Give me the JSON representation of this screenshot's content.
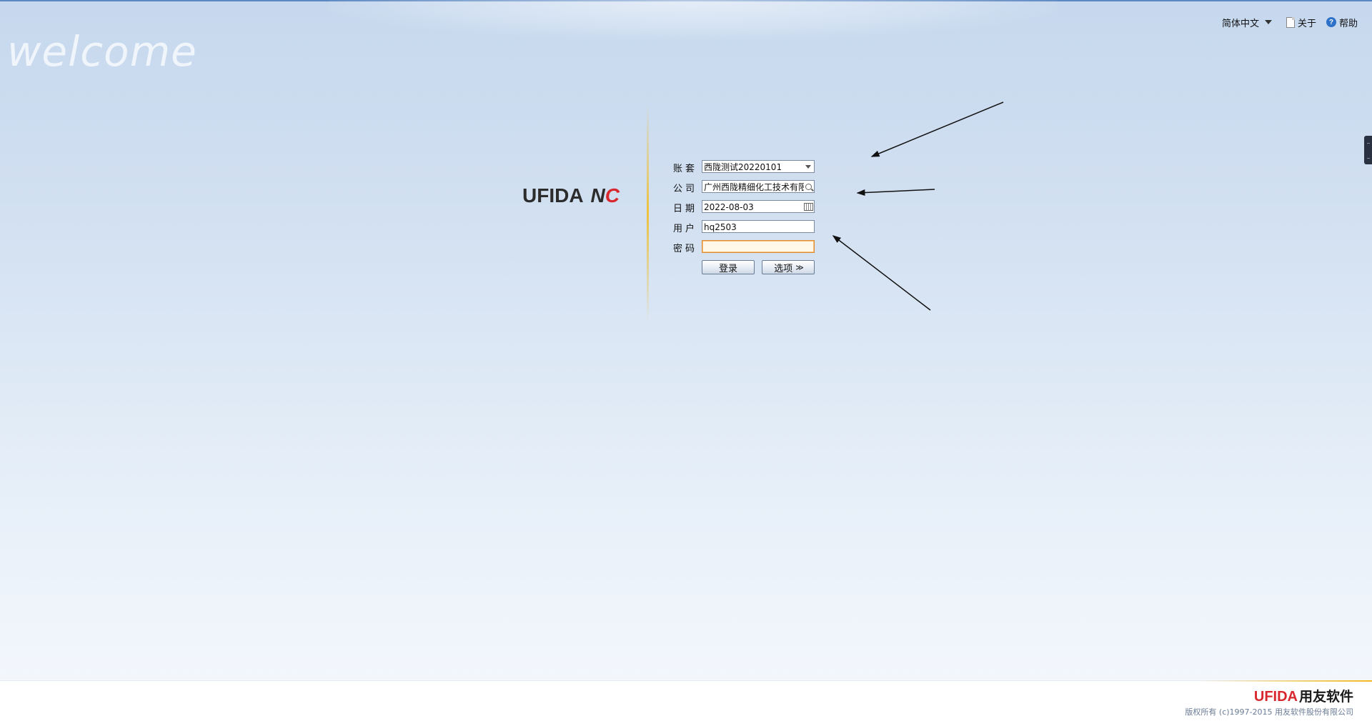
{
  "welcome_text": "welcome",
  "top_menu": {
    "language": "简体中文",
    "about": "关于",
    "help": "帮助"
  },
  "logo": {
    "brand": "UFIDA",
    "product_n": "N",
    "product_c": "C"
  },
  "form": {
    "account_set": {
      "label": "账套",
      "value": "西陇测试20220101"
    },
    "company": {
      "label": "公司",
      "value": "广州西陇精细化工技术有限公司"
    },
    "date": {
      "label": "日期",
      "value": "2022-08-03"
    },
    "user": {
      "label": "用户",
      "value": "hq2503"
    },
    "password": {
      "label": "密码",
      "value": ""
    },
    "login_button": "登录",
    "options_button": "选项",
    "options_chevron": "≫"
  },
  "footer": {
    "brand": "UFIDA",
    "brand_cn": "用友软件",
    "copyright": "版权所有  (c)1997-2015 用友软件股份有限公司"
  },
  "colors": {
    "brand_red": "#d9272e",
    "accent_gold": "#f2b81f",
    "password_border": "#e08a30"
  }
}
